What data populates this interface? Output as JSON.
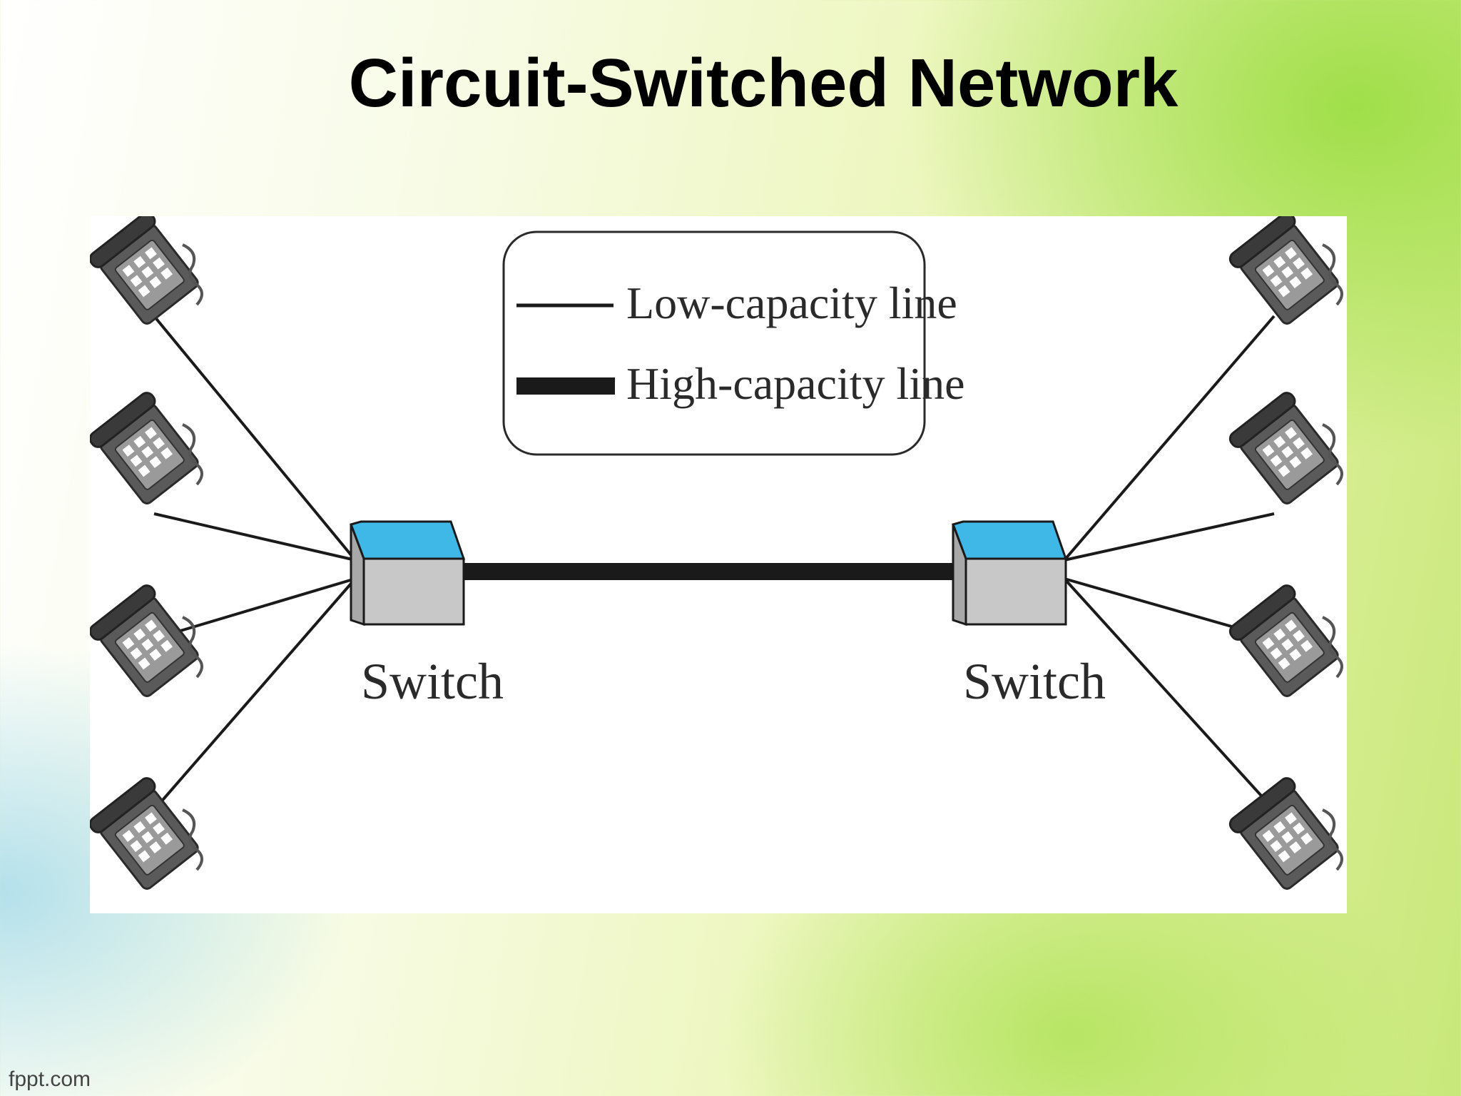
{
  "slide": {
    "title": "Circuit-Switched Network",
    "footer_brand": "fppt.com"
  },
  "diagram": {
    "legend": {
      "items": [
        {
          "label": "Low-capacity line",
          "line_style": "thin"
        },
        {
          "label": "High-capacity line",
          "line_style": "thick"
        }
      ]
    },
    "switches": [
      {
        "id": "left",
        "label": "Switch"
      },
      {
        "id": "right",
        "label": "Switch"
      }
    ],
    "telephones_per_switch": 4,
    "colors": {
      "switch_top": "#3fb8e8",
      "switch_front": "#c8c8c8",
      "switch_side": "#a8a8a8",
      "line": "#1a1a1a",
      "phone_body": "#5a5a5a"
    }
  }
}
